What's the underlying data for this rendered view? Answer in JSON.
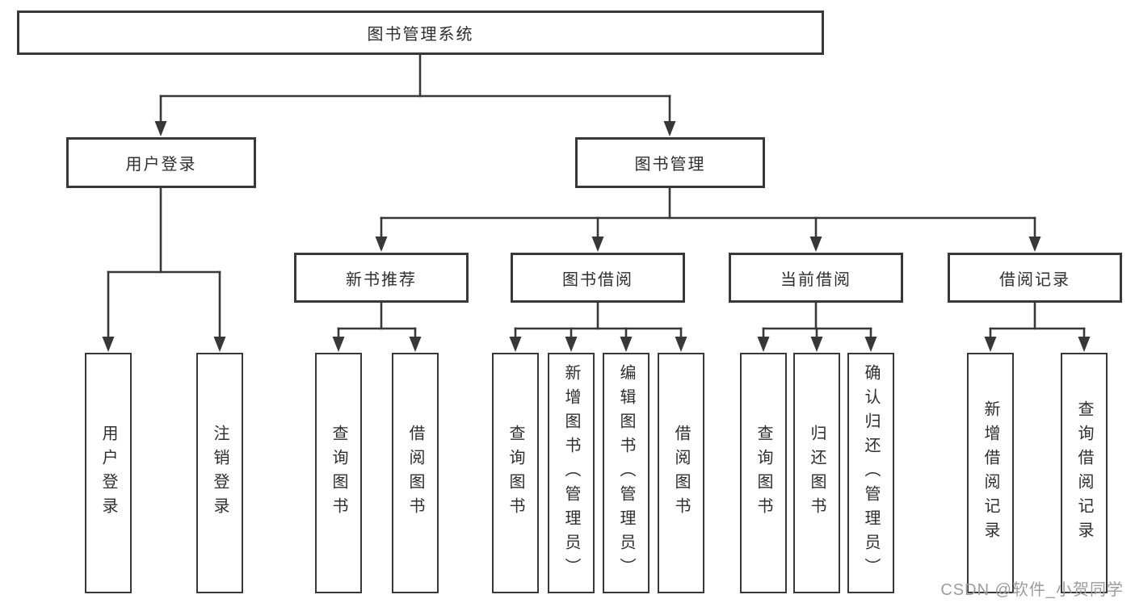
{
  "diagram": {
    "type": "hierarchy-tree",
    "nodes": {
      "root": "图书管理系统",
      "user_login": "用户登录",
      "book_management": "图书管理",
      "new_book_recommend": "新书推荐",
      "book_borrowing": "图书借阅",
      "current_borrowing": "当前借阅",
      "borrowing_records": "借阅记录",
      "leaf_user_login": "用户登录",
      "leaf_logout": "注销登录",
      "leaf_query_books_nb": "查询图书",
      "leaf_borrow_books_nb": "借阅图书",
      "leaf_query_books_bb": "查询图书",
      "leaf_add_books_admin": "新增图书（管理员）",
      "leaf_edit_books_admin": "编辑图书（管理员）",
      "leaf_borrow_books_bb": "借阅图书",
      "leaf_query_books_cb": "查询图书",
      "leaf_return_books": "归还图书",
      "leaf_confirm_return_admin": "确认归还（管理员）",
      "leaf_add_borrow_record": "新增借阅记录",
      "leaf_query_borrow_record": "查询借阅记录"
    },
    "hierarchy": {
      "图书管理系统": {
        "用户登录": [
          "用户登录",
          "注销登录"
        ],
        "图书管理": {
          "新书推荐": [
            "查询图书",
            "借阅图书"
          ],
          "图书借阅": [
            "查询图书",
            "新增图书（管理员）",
            "编辑图书（管理员）",
            "借阅图书"
          ],
          "当前借阅": [
            "查询图书",
            "归还图书",
            "确认归还（管理员）"
          ],
          "借阅记录": [
            "新增借阅记录",
            "查询借阅记录"
          ]
        }
      }
    }
  },
  "watermark": {
    "text": "CSDN @软件_小贺同学"
  },
  "colors": {
    "line": "#383838",
    "box_border": "#383838",
    "text": "#2e2e2e",
    "watermark": "#9c9c9c",
    "background": "#ffffff"
  }
}
